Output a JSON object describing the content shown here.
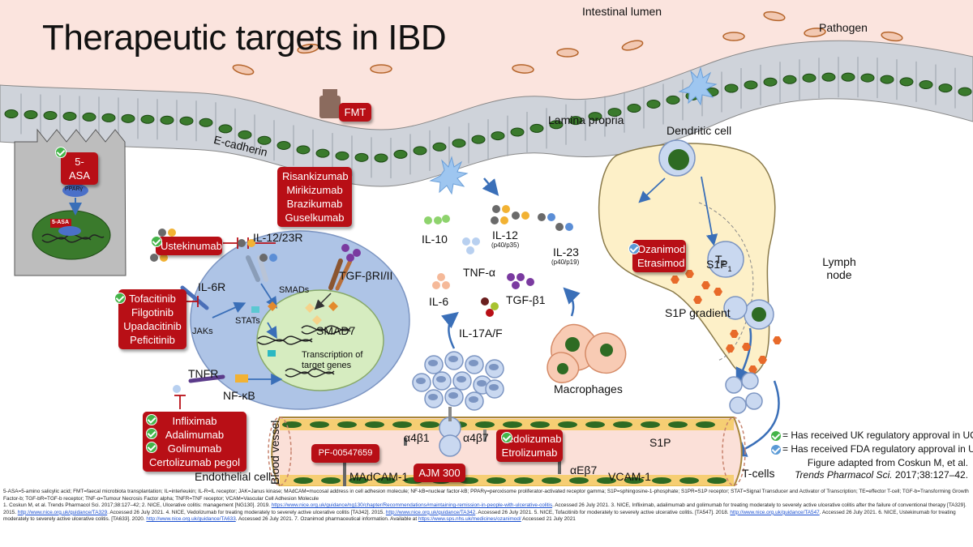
{
  "title": "Therapeutic targets in IBD",
  "regions": {
    "intestinal_lumen": "Intestinal lumen",
    "pathogen": "Pathogen",
    "lamina_propria": "Lamina propria",
    "dendritic_cell": "Dendritic cell",
    "e_cadherin": "E-cadherin",
    "lymph_node": "Lymph node",
    "s1p_gradient": "S1P gradient",
    "macrophages": "Macrophages",
    "t_cells": "T-cells",
    "blood_vessel": "Blood vessel",
    "endothelial_cell": "Endothelial cell"
  },
  "labels": {
    "ppar": "PPARγ",
    "five_asa_nuc": "5-ASA",
    "il12_23r": "IL-12/23R",
    "tgf_bri": "TGF-βRI/II",
    "il6r": "IL-6R",
    "smads": "SMADs",
    "smad7": "SMAD7",
    "stats": "STATs",
    "jaks": "JAKs",
    "transcription": "Transcription of target genes",
    "tnfr": "TNFR",
    "nfkb": "NF-κB",
    "il10": "IL-10",
    "il12": "IL-12",
    "il12_sub": "(p40/p35)",
    "il23": "IL-23",
    "il23_sub": "(p40/p19)",
    "tnfa": "TNF-α",
    "il6": "IL-6",
    "tgfb1": "TGF-β1",
    "il17": "IL-17A/F",
    "te": "T",
    "te_sub": "E",
    "s1p1": "S1P",
    "s1p1_sub": "1",
    "a4b1": "α4β1",
    "a4b7": "α4β7",
    "aeb7": "αEβ7",
    "s1p": "S1P",
    "madcam": "MAdCAM-1",
    "vcam": "VCAM-1"
  },
  "drugs": {
    "five_asa": "5-ASA",
    "fmt": "FMT",
    "ustekinumab": "Ustekinumab",
    "il23_inhibitors": [
      "Risankizumab",
      "Mirikizumab",
      "Brazikumab",
      "Guselkumab"
    ],
    "jak_inhibitors": [
      "Tofacitinib",
      "Filgotinib",
      "Upadacitinib",
      "Peficitinib"
    ],
    "anti_tnf": [
      "Infliximab",
      "Adalimumab",
      "Golimumab",
      "Certolizumab pegol"
    ],
    "s1p_modulators": [
      "Ozanimod",
      "Etrasimod"
    ],
    "integrin": [
      "Vedolizumab",
      "Etrolizumab"
    ],
    "pf": "PF-00547659",
    "ajm": "AJM 300"
  },
  "legend": {
    "uk": "= Has received UK regulatory approval in UC",
    "fda": "= Has received FDA regulatory approval in UC",
    "adapted_1": "Figure adapted from Coskun M, et al. ",
    "adapted_journal": "Trends Pharmacol Sci.",
    "adapted_2": " 2017;38:127–42."
  },
  "colors": {
    "drug_red": "#b80f16",
    "uk_green": "#44b449",
    "fda_blue": "#5a9ad6",
    "lumen_pink": "#fbe4de",
    "cell_blue": "#aec4e6",
    "nucleus_green": "#3a7a2c"
  },
  "footnote": {
    "abbrev": "5-ASA=5-amino salicylic acid; FMT=faecal microbiota transplantation; IL=interleukin; IL-R=IL receptor; JAK=Janus kinase; MAdCAM=mucosal address in cell adhesion molecule; NF-kB=nuclear factor-kB; PPARγ=peroxisome proliferator-activated receptor gamma; S1P=sphingosine-1-phosphate; S1PR=S1P receptor; STAT=Signal Transducer and Activator of Transcription; TE=effector T-cell; TGF-b=Transforming Growth Factor-b; TGF-bR=TGF-b receptor; TNF-α=Tumour Necrosis Factor alpha; TNFR=TNF receptor; VCAM=Vascular Cell Adhesion Molecule",
    "ref1": "1. Coskun M, et al. Trends Pharmacol Sci. 2017;38:127–42; 2. NICE, Ulcerative colitis: management [NG130]. 2019. ",
    "link1": "https://www.nice.org.uk/guidance/ng130/chapter/Recommendations#maintaining-remission-in-people-with-ulcerative-colitis",
    "ref2": ". Accessed 26 July 2021. 3. NICE, Infliximab, adalimumab and golimumab for treating moderately to severely active ulcerative colitis after the failure of conventional therapy [TA329]. 2015. ",
    "link2": "http://www.nice.org.uk/guidance/TA329",
    "ref3": ". Accessed 26 July 2021. 4. NICE, Vedolizumab for treating moderately to severely active ulcerative colitis [TA342]. 2015. ",
    "link3": "http://www.nice.org.uk/guidance/TA342",
    "ref4": ". Accessed 26 July 2021. 5. NICE, Tofacitinib for moderately to severely active ulcerative colitis. [TA547]. 2018. ",
    "link4": "http://www.nice.org.uk/guidance/TA547",
    "ref5": ". Accessed 26 July 2021. 6. NICE, Ustekinumab for treating moderately to severely active ulcerative colitis. [TA633]. 2020. ",
    "link5": "http://www.nice.org.uk/guidance/TA633",
    "ref6": ". Accessed 26 July 2021. 7. Ozanimod pharmaceutical information. Available at ",
    "link6": "https://www.sps.nhs.uk/medicines/ozanimod/",
    "ref7": " Accessed 21 July 2021"
  }
}
